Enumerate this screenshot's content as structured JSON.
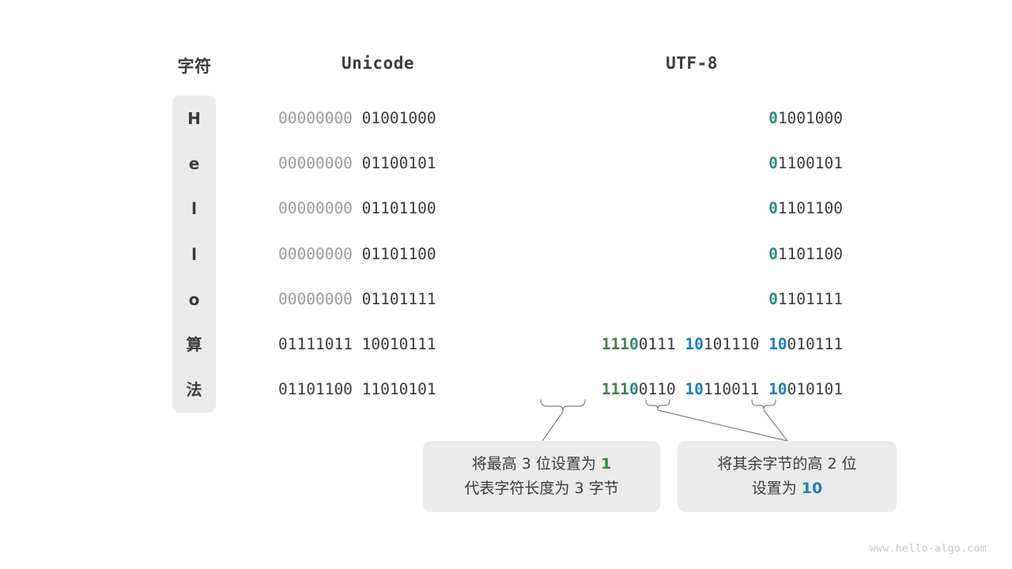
{
  "headers": {
    "character": "字符",
    "unicode": "Unicode",
    "utf8": "UTF-8"
  },
  "colors": {
    "green": "#43824f",
    "teal": "#2d8c83",
    "blue": "#1b7fc3",
    "dark": "#3b3b3b",
    "dim": "#9a9a9a",
    "panel": "#ebebeb",
    "background": "#ffffff",
    "footer": "#c9c9c9"
  },
  "rows": [
    {
      "char": "H",
      "unicode": [
        {
          "text": "00000000 ",
          "style": "dim"
        },
        {
          "text": "01001000",
          "style": "dark"
        }
      ],
      "utf8": [
        {
          "text": "0",
          "style": "teal"
        },
        {
          "text": "1001000",
          "style": "dark"
        }
      ]
    },
    {
      "char": "e",
      "unicode": [
        {
          "text": "00000000 ",
          "style": "dim"
        },
        {
          "text": "01100101",
          "style": "dark"
        }
      ],
      "utf8": [
        {
          "text": "0",
          "style": "teal"
        },
        {
          "text": "1100101",
          "style": "dark"
        }
      ]
    },
    {
      "char": "l",
      "unicode": [
        {
          "text": "00000000 ",
          "style": "dim"
        },
        {
          "text": "01101100",
          "style": "dark"
        }
      ],
      "utf8": [
        {
          "text": "0",
          "style": "teal"
        },
        {
          "text": "1101100",
          "style": "dark"
        }
      ]
    },
    {
      "char": "l",
      "unicode": [
        {
          "text": "00000000 ",
          "style": "dim"
        },
        {
          "text": "01101100",
          "style": "dark"
        }
      ],
      "utf8": [
        {
          "text": "0",
          "style": "teal"
        },
        {
          "text": "1101100",
          "style": "dark"
        }
      ]
    },
    {
      "char": "o",
      "unicode": [
        {
          "text": "00000000 ",
          "style": "dim"
        },
        {
          "text": "01101111",
          "style": "dark"
        }
      ],
      "utf8": [
        {
          "text": "0",
          "style": "teal"
        },
        {
          "text": "1101111",
          "style": "dark"
        }
      ]
    },
    {
      "char": "算",
      "unicode": [
        {
          "text": "01111011 10010111",
          "style": "dark"
        }
      ],
      "utf8": [
        {
          "text": "111",
          "style": "green"
        },
        {
          "text": "0",
          "style": "teal"
        },
        {
          "text": "0111 ",
          "style": "dark"
        },
        {
          "text": "10",
          "style": "blue"
        },
        {
          "text": "101110 ",
          "style": "dark"
        },
        {
          "text": "10",
          "style": "blue"
        },
        {
          "text": "010111",
          "style": "dark"
        }
      ]
    },
    {
      "char": "法",
      "unicode": [
        {
          "text": "01101100 11010101",
          "style": "dark"
        }
      ],
      "utf8": [
        {
          "text": "111",
          "style": "green"
        },
        {
          "text": "0",
          "style": "teal"
        },
        {
          "text": "0110 ",
          "style": "dark"
        },
        {
          "text": "10",
          "style": "blue"
        },
        {
          "text": "110011 ",
          "style": "dark"
        },
        {
          "text": "10",
          "style": "blue"
        },
        {
          "text": "010101",
          "style": "dark"
        }
      ]
    }
  ],
  "callouts": {
    "left": {
      "line1_a": "将最高 3 位设置为 ",
      "line1_hl": "1",
      "line2": "代表字符长度为 3 字节"
    },
    "right": {
      "line1": "将其余字节的高 2 位",
      "line2_a": "设置为 ",
      "line2_hl": "10"
    }
  },
  "footer": "www.hello-algo.com"
}
